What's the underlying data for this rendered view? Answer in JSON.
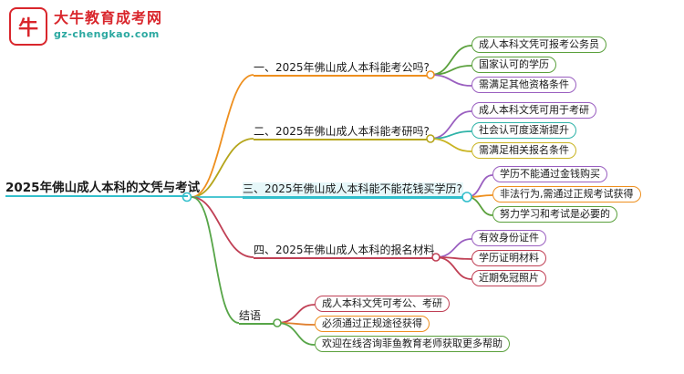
{
  "logo": {
    "icon_glyph": "牛",
    "title": "大牛教育成考网",
    "url": "gz-chengkao.com",
    "brand_red": "#d9262c",
    "brand_teal": "#2aa8a0"
  },
  "root": {
    "label": "2025年佛山成人本科的文凭与考试",
    "color": "#32bfcc"
  },
  "branches": [
    {
      "label": "一、2025年佛山成人本科能考公吗?",
      "color": "#ee8f1e",
      "children": [
        {
          "label": "成人本科文凭可报考公务员",
          "color": "#5aa03c"
        },
        {
          "label": "国家认可的学历",
          "color": "#5aa03c"
        },
        {
          "label": "需满足其他资格条件",
          "color": "#9a5fc0"
        }
      ]
    },
    {
      "label": "二、2025年佛山成人本科能考研吗?",
      "color": "#b5a51b",
      "children": [
        {
          "label": "成人本科文凭可用于考研",
          "color": "#9a5fc0"
        },
        {
          "label": "社会认可度逐渐提升",
          "color": "#2fb3a8"
        },
        {
          "label": "需满足相关报名条件",
          "color": "#c9b422"
        }
      ]
    },
    {
      "label": "三、2025年佛山成人本科能不能花钱买学历?",
      "color": "#32bfcc",
      "highlighted": true,
      "children": [
        {
          "label": "学历不能通过金钱购买",
          "color": "#9a5fc0"
        },
        {
          "label": "非法行为,需通过正规考试获得",
          "color": "#ee8f1e"
        },
        {
          "label": "努力学习和考试是必要的",
          "color": "#5aa03c"
        }
      ]
    },
    {
      "label": "四、2025年佛山成人本科的报名材料",
      "color": "#c04055",
      "children": [
        {
          "label": "有效身份证件",
          "color": "#9a5fc0"
        },
        {
          "label": "学历证明材料",
          "color": "#c04055"
        },
        {
          "label": "近期免冠照片",
          "color": "#c04055"
        }
      ]
    },
    {
      "label": "结语",
      "color": "#57a548",
      "children": [
        {
          "label": "成人本科文凭可考公、考研",
          "color": "#c04055"
        },
        {
          "label": "必须通过正规途径获得",
          "color": "#e08030"
        },
        {
          "label": "欢迎在线咨询菲鱼教育老师获取更多帮助",
          "color": "#57a548"
        }
      ]
    }
  ]
}
